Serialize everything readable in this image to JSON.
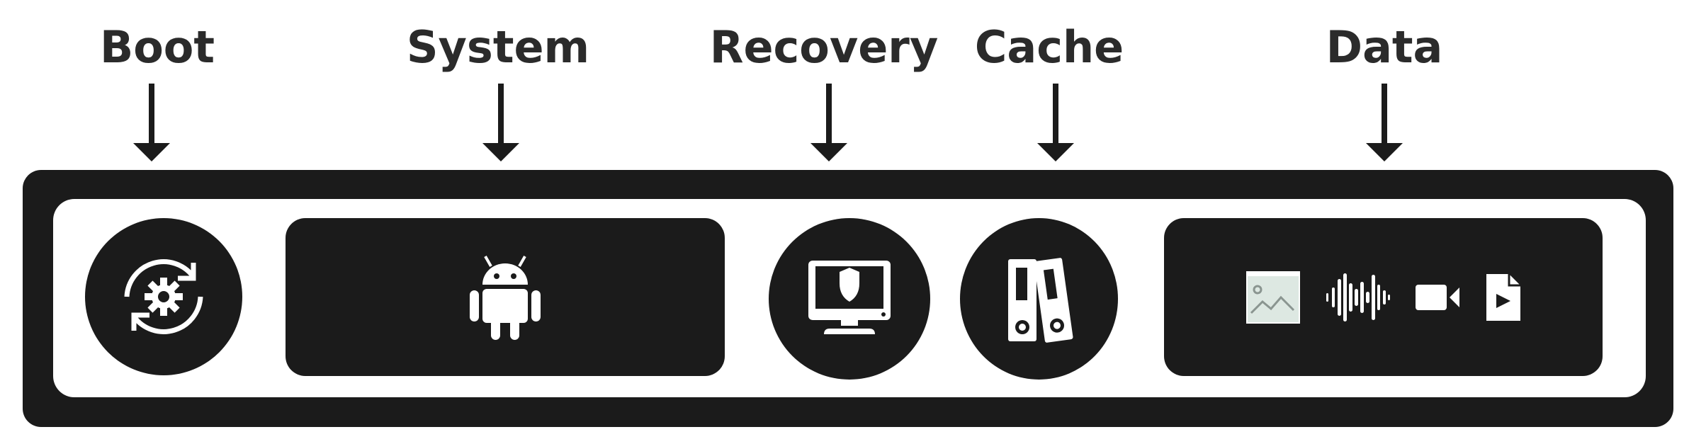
{
  "labels": {
    "boot": "Boot",
    "system": "System",
    "recovery": "Recovery",
    "cache": "Cache",
    "data": "Data"
  },
  "colors": {
    "frame": "#1b1b1b",
    "label_text": "#2b2b2b",
    "icon": "#ffffff"
  },
  "icons": {
    "boot": "refresh-gear-icon",
    "system": "android-icon",
    "recovery": "monitor-shield-icon",
    "cache": "binders-icon",
    "data": [
      "image-file-icon",
      "audio-waveform-icon",
      "video-camera-icon",
      "play-file-icon"
    ]
  }
}
